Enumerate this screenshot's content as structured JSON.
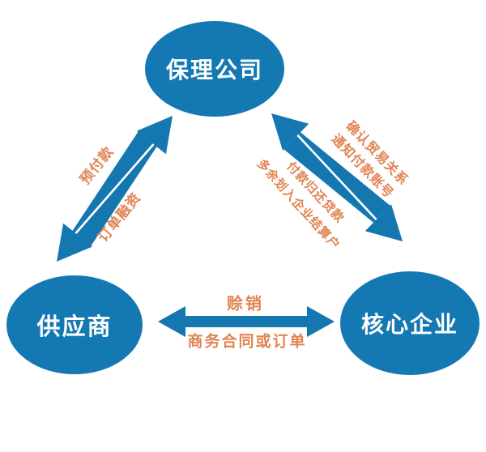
{
  "diagram": {
    "nodes": {
      "factoring": {
        "label": "保理公司"
      },
      "supplier": {
        "label": "供应商"
      },
      "core": {
        "label": "核心企业"
      }
    },
    "edges": {
      "supplier_factoring": {
        "direction": "bidirectional",
        "labels": {
          "to_supplier": "预付款",
          "to_factoring": "订单融资"
        }
      },
      "factoring_core": {
        "direction": "bidirectional",
        "labels": {
          "outer_line1": "确认贸易关系",
          "outer_line2": "通知付款账号",
          "inner_line1": "付款归还贷款",
          "inner_line2": "多余划入企业结算户"
        }
      },
      "supplier_core": {
        "direction": "bidirectional",
        "labels": {
          "above": "赊销",
          "below": "商务合同或订单"
        }
      }
    },
    "colors": {
      "node_fill": "#1478b2",
      "node_text": "#ffffff",
      "arrow": "#1577b0",
      "label_text": "#e08452",
      "background": "#ffffff"
    }
  }
}
